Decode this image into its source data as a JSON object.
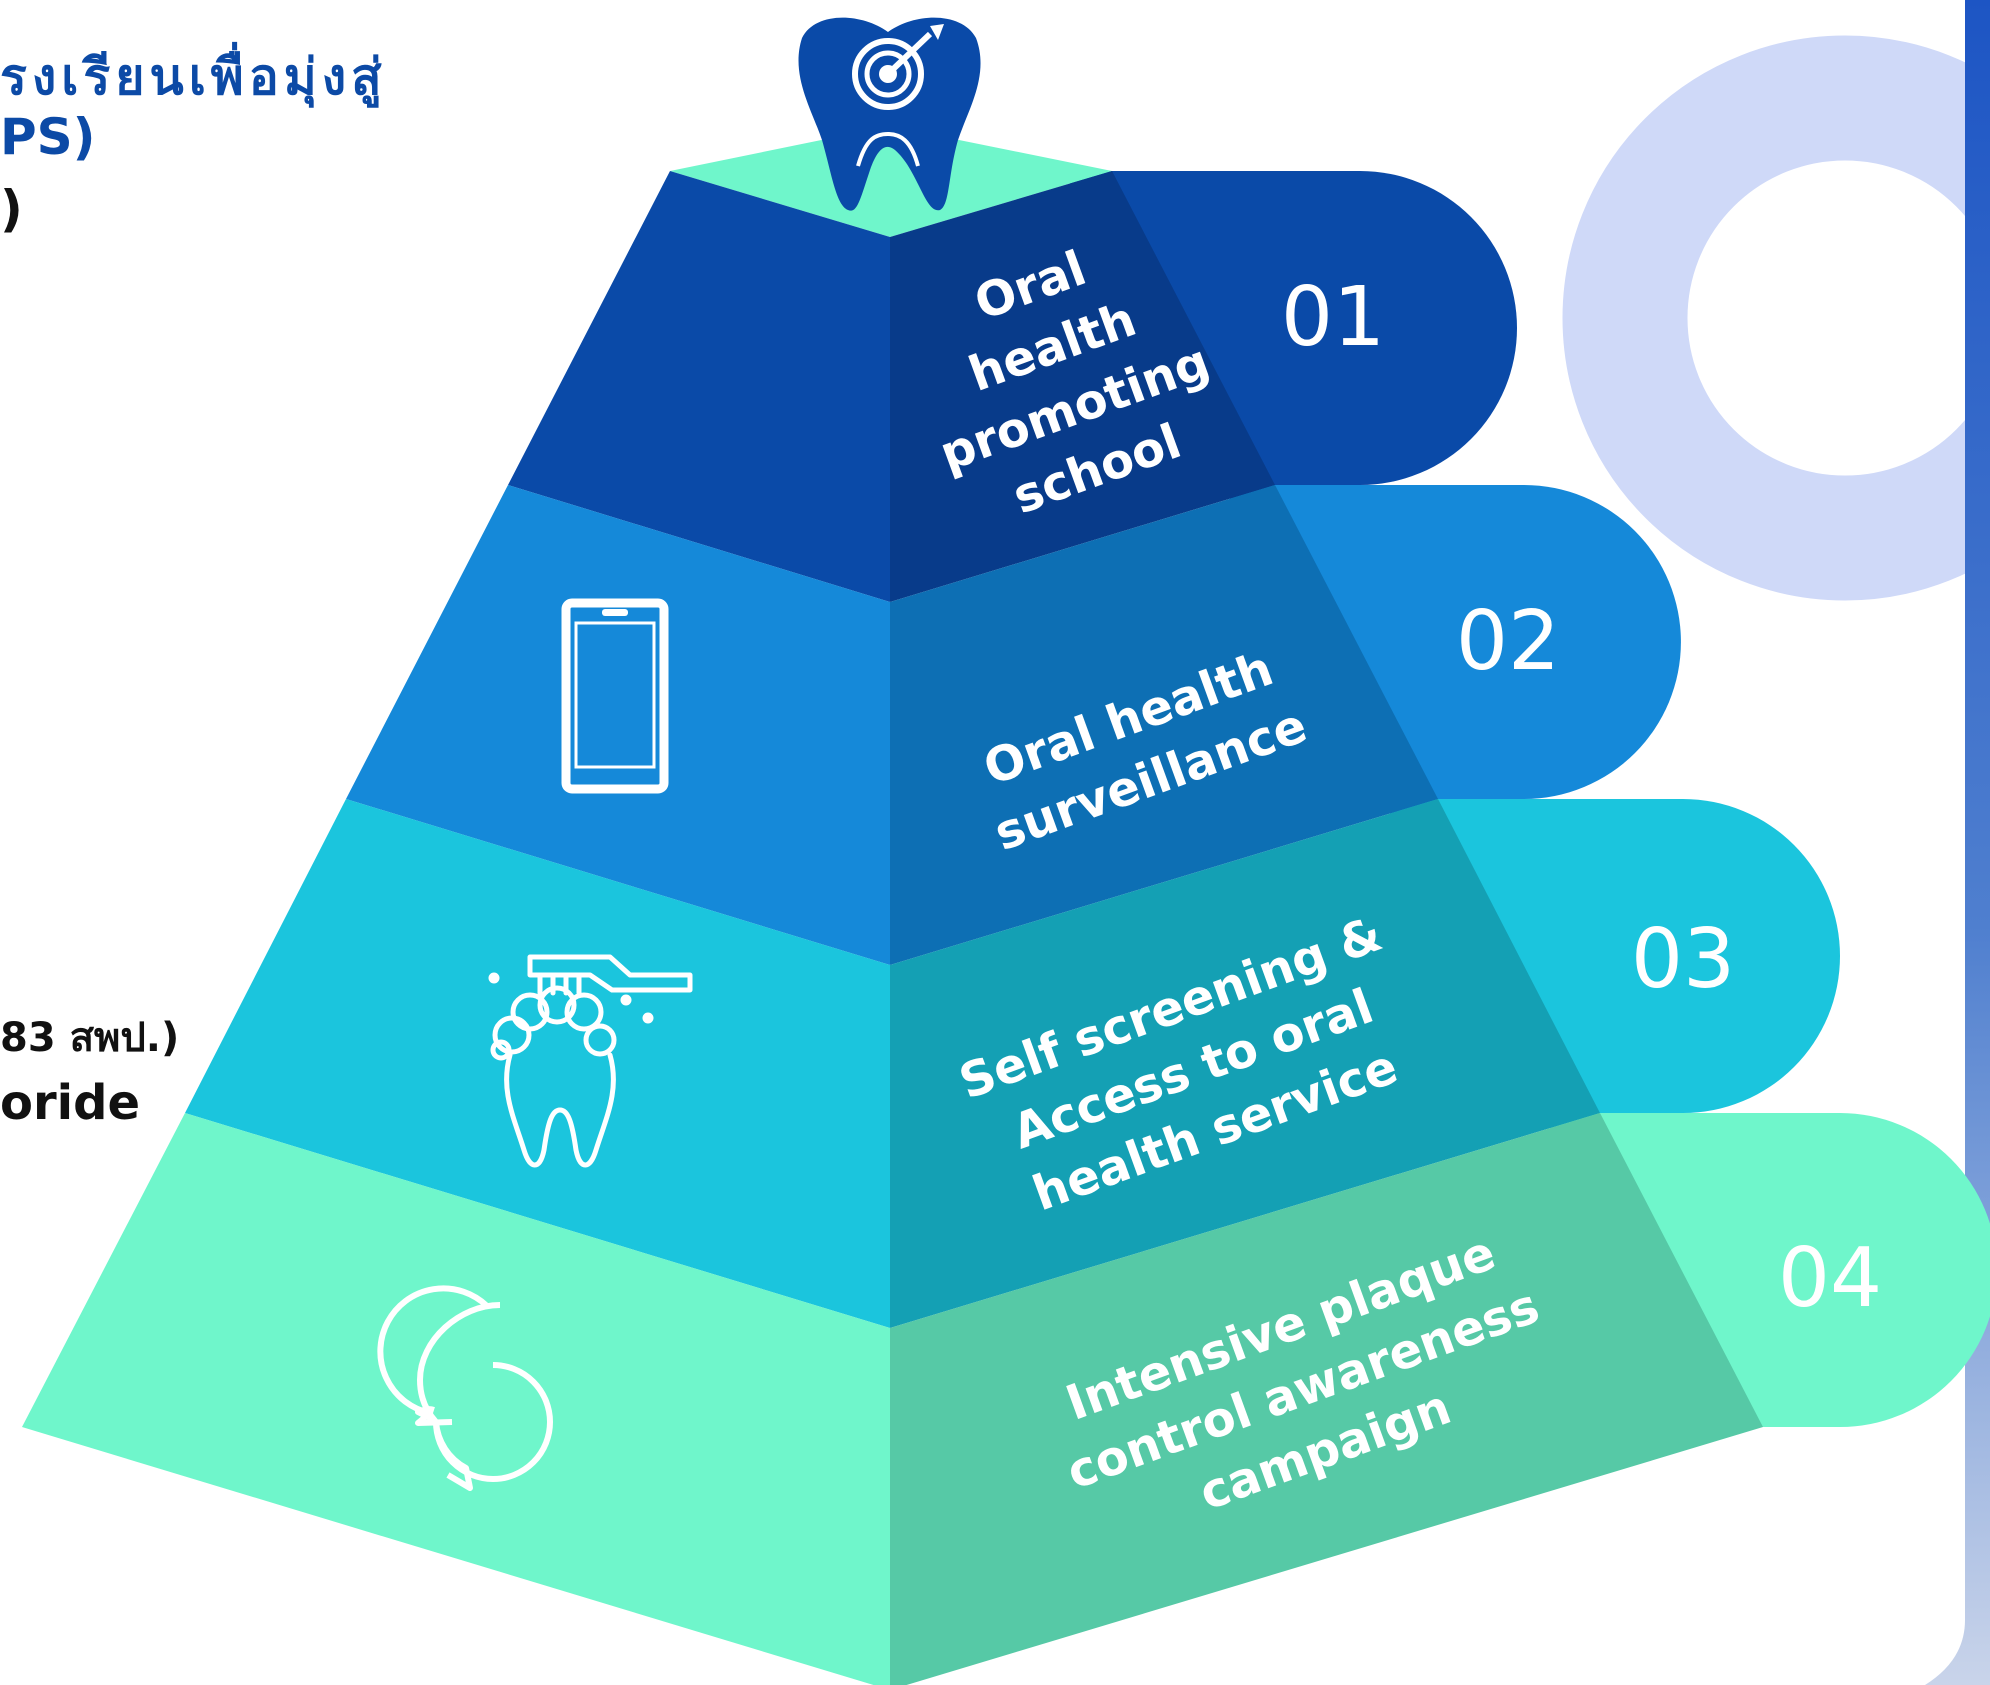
{
  "fragments": {
    "line1": "รงเรียนเพื่อมุ่งสู่",
    "line2": "PS)",
    "line3": ")",
    "line4": "83 สพป.)",
    "line5": "oride"
  },
  "levels": [
    {
      "number": "01",
      "label": [
        "Oral",
        "health",
        "promoting",
        "school"
      ],
      "icon": "target-icon"
    },
    {
      "number": "02",
      "label": [
        "Oral health",
        "surveillance"
      ],
      "icon": "smartphone-icon"
    },
    {
      "number": "03",
      "label": [
        "Self screening &",
        "Access to oral",
        "health service"
      ],
      "icon": "tooth-brushing-icon"
    },
    {
      "number": "04",
      "label": [
        "Intensive plaque",
        "control awareness",
        "campaign"
      ],
      "icon": "chat-bubbles-icon"
    }
  ],
  "colors": {
    "level1": "#0a4aa8",
    "level1_dark": "#083b8a",
    "level2": "#1589d9",
    "level2_dark": "#0d6fb4",
    "level3": "#1bc5dd",
    "level3_dark": "#14a0b4",
    "level4": "#6ff6cb",
    "level4_dark": "#56c9a6",
    "deco_ring": "#cfd9f8",
    "side_bar": "#2a62c9"
  }
}
